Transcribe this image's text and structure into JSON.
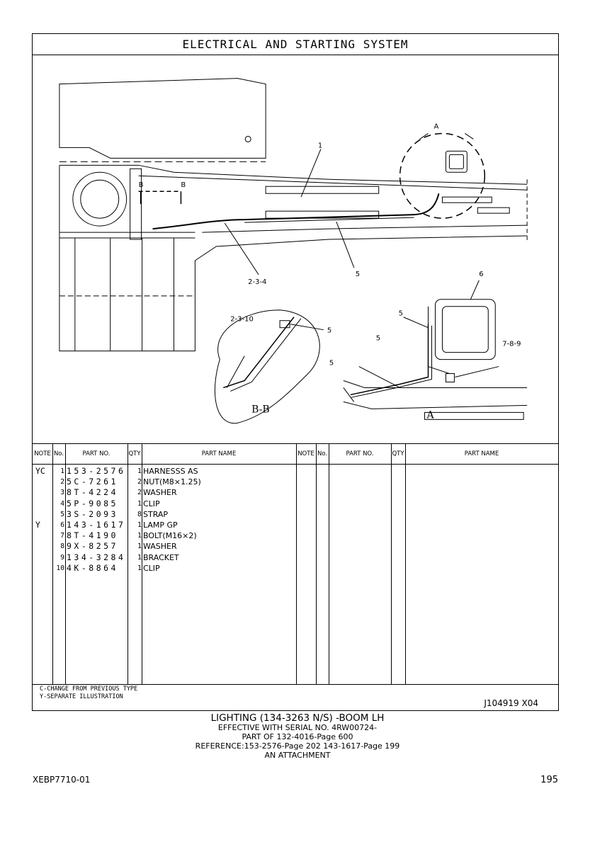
{
  "title": "ELECTRICAL AND STARTING SYSTEM",
  "callouts": {
    "c1": "1",
    "c5a": "5",
    "c234": "2-3-4",
    "cA_top": "A",
    "cB1": "B",
    "cB2": "B",
    "c6": "6",
    "c5b": "5",
    "c5c": "5",
    "c5d": "5",
    "c789": "7-8-9",
    "c2310": "2-3-10",
    "c5e": "5",
    "viewBB": "B-B",
    "viewA": "A"
  },
  "table": {
    "headers": {
      "note": "NOTE",
      "no": "No.",
      "part_no": "PART NO.",
      "qty": "QTY",
      "part_name": "PART NAME"
    },
    "rows": [
      {
        "note": "YC",
        "no": "1",
        "part_no": "153-2576",
        "qty": "1",
        "name": "HARNESSS AS"
      },
      {
        "note": "",
        "no": "2",
        "part_no": "5C-7261",
        "qty": "2",
        "name": "NUT(M8×1.25)"
      },
      {
        "note": "",
        "no": "3",
        "part_no": "8T-4224",
        "qty": "2",
        "name": "WASHER"
      },
      {
        "note": "",
        "no": "4",
        "part_no": "5P-9085",
        "qty": "1",
        "name": "CLIP"
      },
      {
        "note": "",
        "no": "5",
        "part_no": "3S-2093",
        "qty": "8",
        "name": "STRAP"
      },
      {
        "note": "Y",
        "no": "6",
        "part_no": "143-1617",
        "qty": "1",
        "name": "LAMP GP"
      },
      {
        "note": "",
        "no": "7",
        "part_no": "8T-4190",
        "qty": "1",
        "name": "BOLT(M16×2)"
      },
      {
        "note": "",
        "no": "8",
        "part_no": "9X-8257",
        "qty": "1",
        "name": "WASHER"
      },
      {
        "note": "",
        "no": "9",
        "part_no": "134-3284",
        "qty": "1",
        "name": "BRACKET"
      },
      {
        "note": "",
        "no": "10",
        "part_no": "4K-8864",
        "qty": "1",
        "name": "CLIP"
      }
    ]
  },
  "legend": {
    "line1": "C-CHANGE FROM PREVIOUS TYPE",
    "line2": "Y-SEPARATE ILLUSTRATION"
  },
  "illustration_code": "J104919  X04",
  "caption": {
    "line1": "LIGHTING (134-3263 N/S) -BOOM LH",
    "line2": "EFFECTIVE WITH SERIAL NO. 4RW00724-",
    "line3": "PART OF 132-4016-Page 600",
    "line4": "REFERENCE:153-2576-Page 202 143-1617-Page 199",
    "line5": "AN ATTACHMENT"
  },
  "footer": {
    "doc_id": "XEBP7710-01",
    "page_number": "195"
  }
}
